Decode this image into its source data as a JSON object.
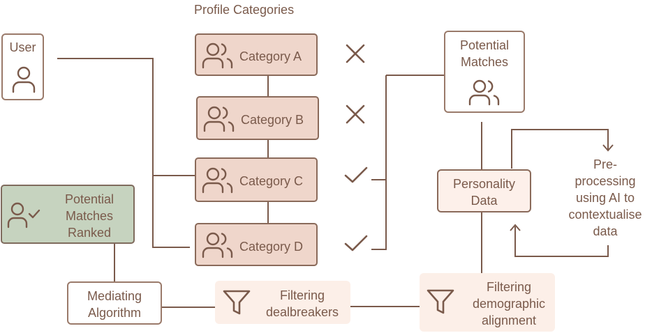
{
  "section_title": "Profile Categories",
  "user": {
    "label": "User",
    "icon": "user-icon"
  },
  "categories": [
    {
      "label": "Category A",
      "status": "rejected",
      "icon": "users-icon"
    },
    {
      "label": "Category B",
      "status": "rejected",
      "icon": "users-icon"
    },
    {
      "label": "Category C",
      "status": "accepted",
      "icon": "users-icon"
    },
    {
      "label": "Category D",
      "status": "accepted",
      "icon": "users-icon"
    }
  ],
  "potential_matches": {
    "line1": "Potential",
    "line2": "Matches",
    "icon": "users-icon"
  },
  "personality_data": {
    "line1": "Personality",
    "line2": "Data"
  },
  "preprocessing": {
    "line1": "Pre-",
    "line2": "processing",
    "line3": "using AI to",
    "line4": "contextualise",
    "line5": "data"
  },
  "ranked": {
    "line1": "Potential",
    "line2": "Matches",
    "line3": "Ranked",
    "icon": "user-check-icon"
  },
  "mediating": {
    "line1": "Mediating",
    "line2": "Algorithm"
  },
  "filter_dealbreakers": {
    "line1": "Filtering",
    "line2": "dealbreakers",
    "icon": "filter-icon"
  },
  "filter_demographic": {
    "line1": "Filtering",
    "line2": "demographic",
    "line3": "alignment",
    "icon": "filter-icon"
  },
  "colors": {
    "stroke": "#7a5a4b",
    "category_fill": "#efd6cb",
    "ranked_fill": "#c6d3bf",
    "filter_fill": "#fcefe8"
  }
}
